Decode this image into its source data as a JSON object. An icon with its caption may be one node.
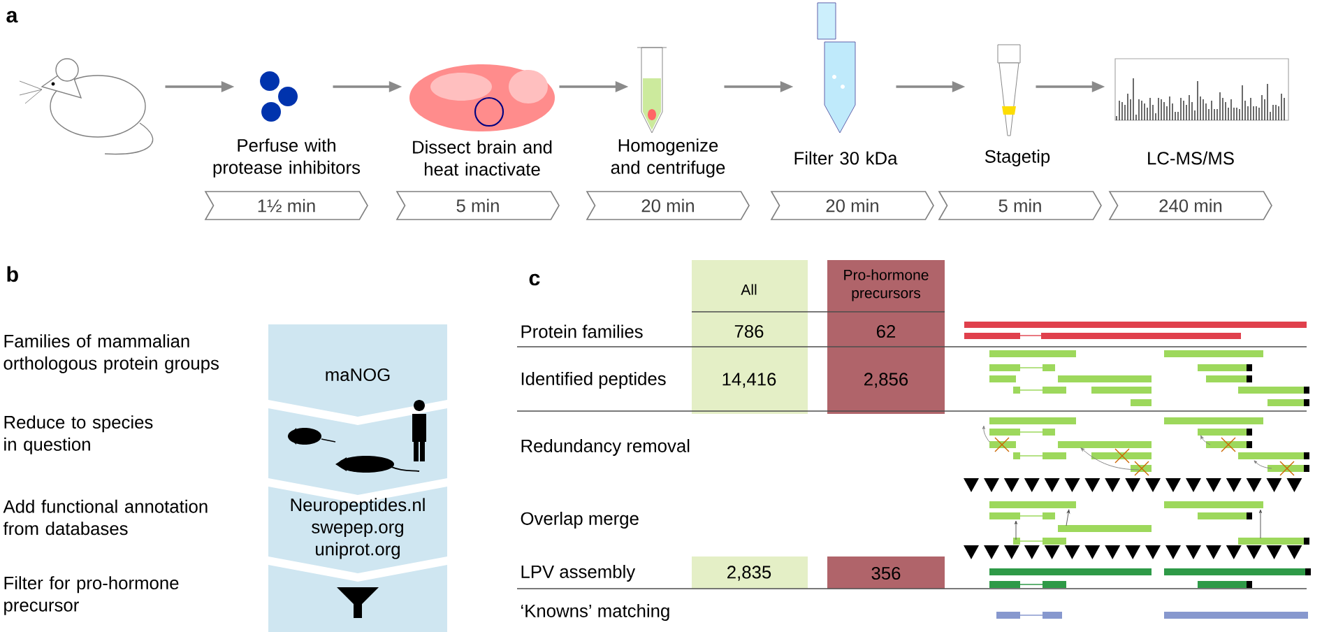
{
  "diagram": {
    "nodes": [
      {
        "text": [],
        "shape": "picture"
      },
      {
        "text": [
          "Perfuse with protease inhibitors"
        ]
      },
      {
        "text": [
          "Dissect brain and heat inactivate"
        ]
      },
      {
        "text": [
          "Homogenize and centrifuge"
        ]
      },
      {
        "text": [
          "Filter 30 kDa"
        ]
      },
      {
        "text": [
          "Stagetip"
        ]
      },
      {
        "text": [
          "LC-MS/MS"
        ]
      },
      {
        "text": [
          "1½ min"
        ]
      },
      {
        "text": [
          "5 min"
        ]
      },
      {
        "text": [
          "20 min"
        ]
      },
      {
        "text": [
          "20 min"
        ]
      },
      {
        "text": [
          "5 min"
        ]
      },
      {
        "text": [
          "240 min"
        ]
      },
      {
        "text": [
          "maNOG"
        ]
      },
      {
        "text": [],
        "shape": "band"
      },
      {
        "text": [
          "Neuropeptides.nl swepep.org uniprot.org"
        ]
      },
      {
        "text": [],
        "shape": "band"
      }
    ],
    "edges": [
      {
        "from": 0,
        "to": 1,
        "arrow": "to"
      },
      {
        "from": 1,
        "to": 2,
        "arrow": "to"
      },
      {
        "from": 2,
        "to": 3,
        "arrow": "to"
      },
      {
        "from": 3,
        "to": 4,
        "arrow": "to"
      },
      {
        "from": 4,
        "to": 5,
        "arrow": "to"
      },
      {
        "from": 5,
        "to": 6,
        "arrow": "to"
      }
    ],
    "labels": [
      "a",
      "b",
      "Families of mammalian orthologous protein groups",
      "Reduce to species in question",
      "Add functional annotation from databases",
      "Filter for pro-hormone precursor",
      "c",
      "All",
      "Pro-hormone precursors",
      "Protein families",
      "786",
      "62",
      "Identified peptides",
      "14,416",
      "2,856",
      "Redundancy removal",
      "Overlap merge",
      "LPV assembly",
      "2,835",
      "356",
      "‘Knowns’ matching"
    ]
  }
}
